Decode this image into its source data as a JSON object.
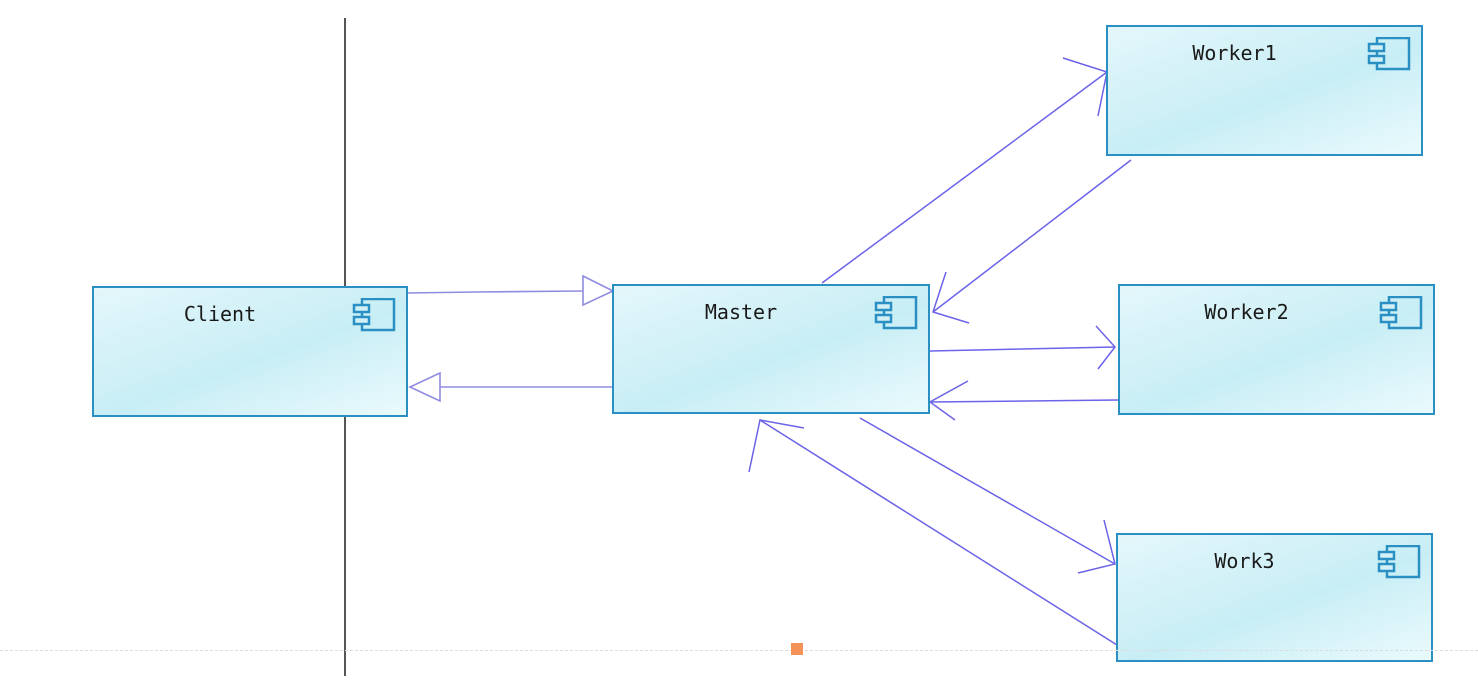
{
  "diagram": {
    "components": {
      "client": {
        "label": "Client"
      },
      "master": {
        "label": "Master"
      },
      "worker1": {
        "label": "Worker1"
      },
      "worker2": {
        "label": "Worker2"
      },
      "work3": {
        "label": "Work3"
      }
    },
    "colors": {
      "box_border": "#2a8fc2",
      "box_fill": "#d2f1f7",
      "connector": "#6b63e8",
      "realization": "#8f8ce0",
      "boundary": "#555555",
      "marker": "#f4925a"
    },
    "icon": "uml-component-icon",
    "connections": [
      {
        "from": "client",
        "to": "master",
        "style": "hollow-triangle-arrow"
      },
      {
        "from": "master",
        "to": "client",
        "style": "hollow-triangle-arrow"
      },
      {
        "from": "master",
        "to": "worker1",
        "style": "open-arrow"
      },
      {
        "from": "worker1",
        "to": "master",
        "style": "open-arrow"
      },
      {
        "from": "master",
        "to": "worker2",
        "style": "open-arrow"
      },
      {
        "from": "worker2",
        "to": "master",
        "style": "open-arrow"
      },
      {
        "from": "master",
        "to": "work3",
        "style": "open-arrow"
      },
      {
        "from": "work3",
        "to": "master",
        "style": "open-arrow"
      }
    ]
  }
}
